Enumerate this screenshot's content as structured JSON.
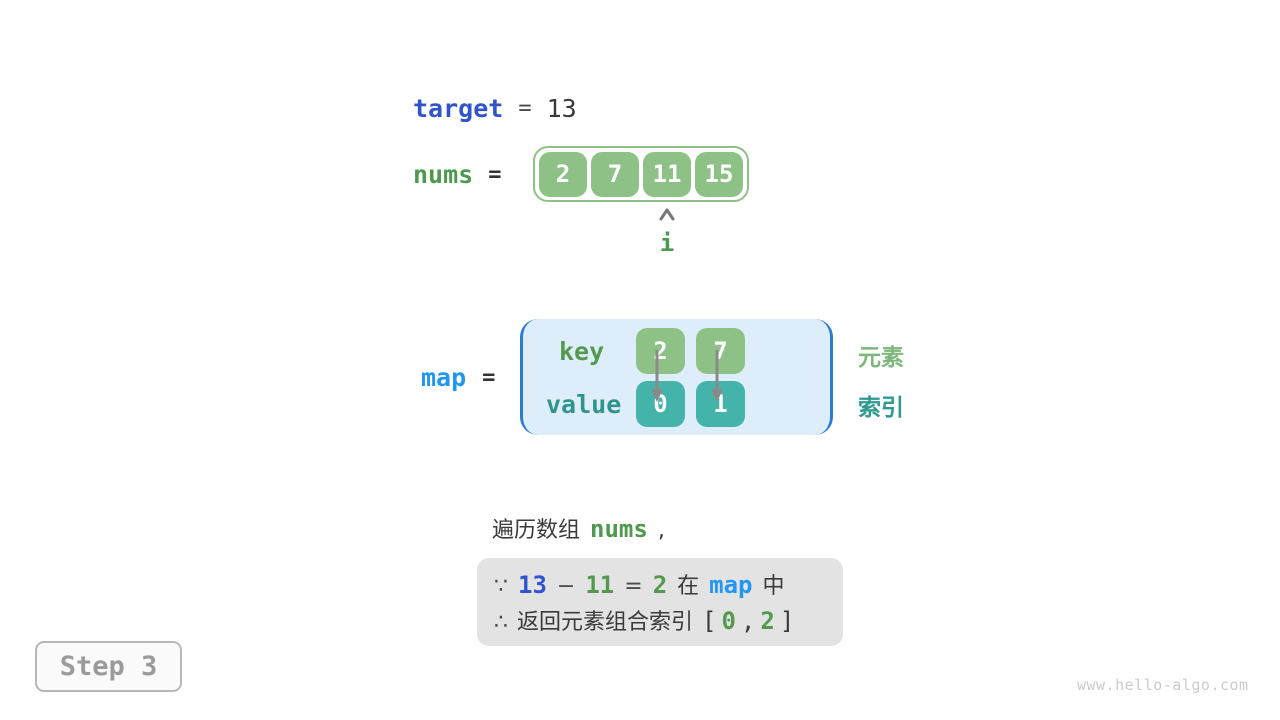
{
  "colors": {
    "code_blue": "#3153cd",
    "bright_blue": "#2196f3",
    "code_green": "#55994f",
    "sage_green_label": "#7db87a",
    "teal_label": "#2e948c",
    "box_green": "#8dc186",
    "box_teal": "#44b3aa",
    "map_bg": "#ddeefa",
    "map_border": "#2b7bd3",
    "arrow_gray": "#8a8a8a",
    "conclusion_bg": "#e3e3e3",
    "dark_text": "#3a3a3a"
  },
  "target_row": {
    "label": "target",
    "equals": "=",
    "value": "13"
  },
  "nums_row": {
    "label": "nums",
    "equals": "=",
    "cells": [
      "2",
      "7",
      "11",
      "15"
    ]
  },
  "index_pointer": {
    "icon": "chevron-up",
    "label": "i"
  },
  "map_row": {
    "label": "map",
    "equals": "=",
    "key_label": "key",
    "value_label": "value",
    "entries": [
      {
        "key": "2",
        "value": "0"
      },
      {
        "key": "7",
        "value": "1"
      }
    ],
    "side_label_key": "元素",
    "side_label_value": "索引"
  },
  "caption": {
    "prefix": "遍历数组",
    "code": "nums",
    "suffix": ","
  },
  "conclusion": {
    "line1": {
      "because": "∵",
      "minuend": "13",
      "minus": "−",
      "subtrahend": "11",
      "equals": "=",
      "difference": "2",
      "in_word": "在",
      "map_word": "map",
      "zhong_word": "中"
    },
    "line2": {
      "therefore": "∴",
      "text": "返回元素组合索引",
      "bracket_open": "[",
      "index1": "0",
      "comma": ",",
      "index2": "2",
      "bracket_close": "]"
    }
  },
  "step_badge": {
    "label": "Step 3"
  },
  "watermark": {
    "text": "www.hello-algo.com"
  }
}
